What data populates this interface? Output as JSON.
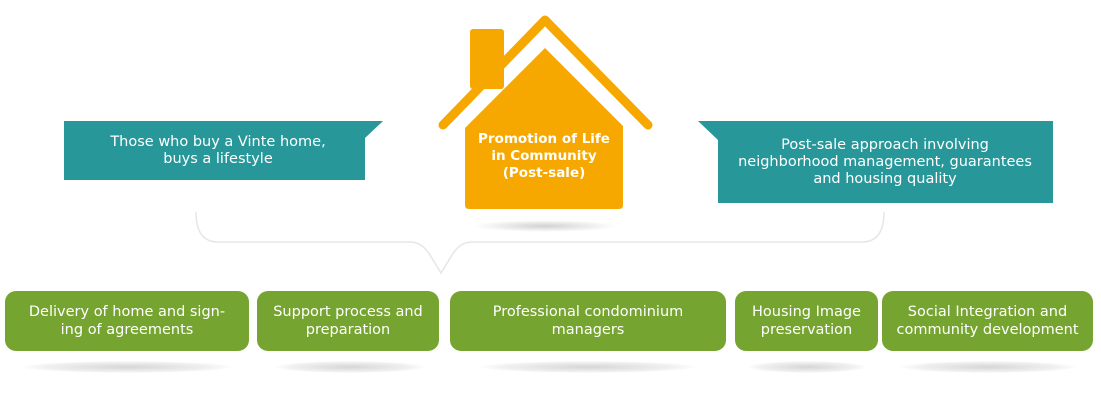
{
  "colors": {
    "house": "#F6A800",
    "teal": "#27979A",
    "green": "#76A430",
    "bracket": "#E6E6E6"
  },
  "house": {
    "icon": "house-icon",
    "line1": "Promotion of Life",
    "line2": "in Community",
    "line3": "(Post-sale)"
  },
  "left_banner": {
    "line1": "Those who buy a Vinte home,",
    "line2": "buys a lifestyle"
  },
  "right_banner": {
    "line1": "Post-sale approach involving",
    "line2": "neighborhood management, guarantees",
    "line3": "and housing quality"
  },
  "items": [
    {
      "line1": "Delivery of home and sign-",
      "line2": "ing of agreements"
    },
    {
      "line1": "Support process and",
      "line2": "preparation"
    },
    {
      "line1": "Professional condominium",
      "line2": "managers"
    },
    {
      "line1": "Housing Image",
      "line2": "preservation"
    },
    {
      "line1": "Social Integration and",
      "line2": "community development"
    }
  ]
}
